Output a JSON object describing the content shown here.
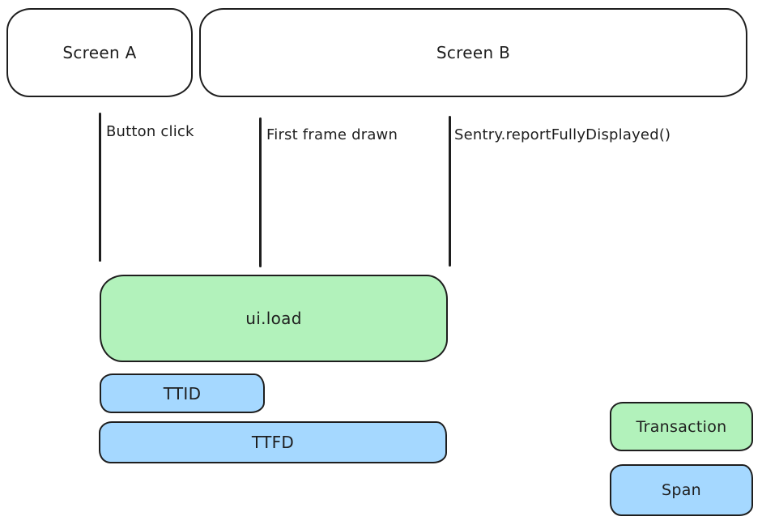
{
  "diagram": {
    "screens": [
      {
        "label": "Screen A"
      },
      {
        "label": "Screen B"
      }
    ],
    "markers": [
      {
        "label": "Button click"
      },
      {
        "label": "First frame drawn"
      },
      {
        "label": "Sentry.reportFullyDisplayed()"
      }
    ],
    "bars": [
      {
        "label": "ui.load",
        "kind": "transaction"
      },
      {
        "label": "TTID",
        "kind": "span"
      },
      {
        "label": "TTFD",
        "kind": "span"
      }
    ],
    "legend": [
      {
        "label": "Transaction",
        "color": "#b2f2bb"
      },
      {
        "label": "Span",
        "color": "#a5d8ff"
      }
    ],
    "colors": {
      "transaction_fill": "#b2f2bb",
      "span_fill": "#a5d8ff",
      "stroke": "#1e1e1e",
      "background": "#ffffff"
    }
  }
}
